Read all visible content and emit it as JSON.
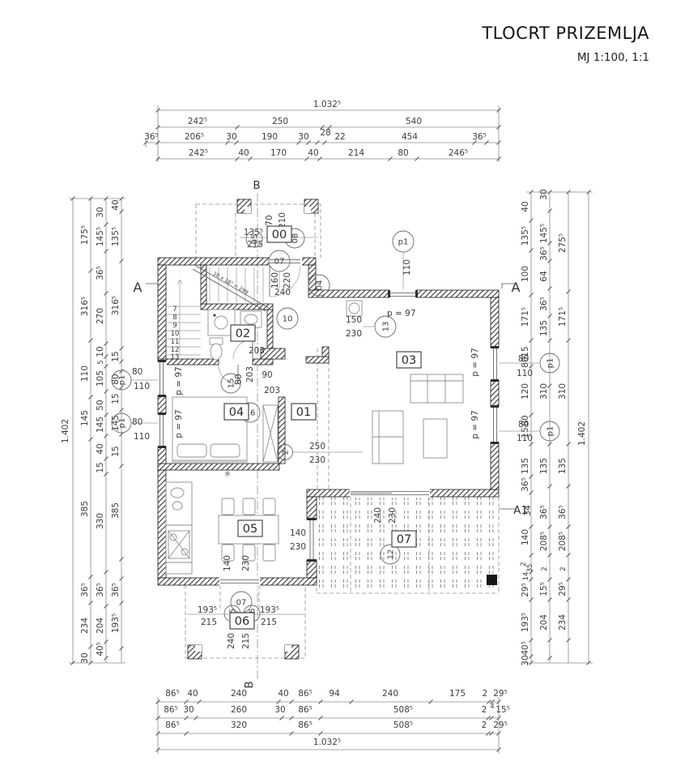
{
  "title": {
    "main": "TLOCRT PRIZEMLJA",
    "scale": "MJ 1:100, 1:1"
  },
  "dims": {
    "top": {
      "total": "1.032⁵",
      "row2": [
        "242⁵",
        "250",
        "28",
        "540"
      ],
      "row3": [
        "36⁵",
        "206⁵",
        "30",
        "190",
        "30",
        "22",
        "454",
        "36⁵"
      ],
      "row4": [
        "242⁵",
        "40",
        "170",
        "40",
        "214",
        "80",
        "246⁵"
      ]
    },
    "bottom": {
      "row1": [
        "86⁵",
        "40",
        "240",
        "40",
        "86⁵",
        "94",
        "240",
        "175",
        "2",
        "29⁵"
      ],
      "row1_extra": "4",
      "row2": [
        "86⁵",
        "30",
        "260",
        "30",
        "86⁵",
        "508⁵",
        "2",
        "15⁵"
      ],
      "row3": [
        "86⁵",
        "320",
        "86⁵",
        "508⁵",
        "2",
        "29⁵"
      ],
      "total": "1.032⁵"
    },
    "left": {
      "total": "1.402",
      "col_a": [
        "175⁵",
        "316⁵",
        "110",
        "145",
        "385",
        "36⁵",
        "234",
        "30"
      ],
      "col_b": [
        "30",
        "145⁵",
        "36⁵",
        "270",
        "10",
        "5",
        "105",
        "50",
        "145",
        "40",
        "15",
        "330",
        "36⁵",
        "204",
        "40⁵"
      ],
      "col_c": [
        "40",
        "135⁵",
        "316⁵",
        "15",
        "80",
        "15",
        "145",
        "15",
        "385",
        "36⁵",
        "193⁵"
      ]
    },
    "right": {
      "total": "1.402",
      "col_a": [
        "40",
        "135⁵",
        "100",
        "171⁵",
        "15",
        "80",
        "120",
        "80",
        "15",
        "135",
        "36⁵",
        "34",
        "140",
        "2",
        "35",
        "14",
        "29⁵",
        "193⁵",
        "40⁵",
        "30"
      ],
      "col_b": [
        "30",
        "145⁵",
        "36⁵",
        "64",
        "36⁵",
        "135",
        "310",
        "135",
        "36⁵",
        "208⁵",
        "2",
        "15⁵",
        "204"
      ],
      "col_c": [
        "275⁵",
        "171⁵",
        "310",
        "135",
        "36⁵",
        "208⁵",
        "2",
        "29⁵",
        "234"
      ]
    }
  },
  "rooms": {
    "r00": "00",
    "r01": "01",
    "r02": "02",
    "r03": "03",
    "r04": "04",
    "r05": "05",
    "r06": "06",
    "r07": "07"
  },
  "tags": {
    "t02": "2",
    "t04": "04",
    "t05": "05",
    "t07": "07",
    "t08": "08",
    "t10": "10",
    "t12": "12",
    "t13": "13",
    "t15": "15",
    "t16": "16",
    "p1": "p1"
  },
  "sections": {
    "a": "A",
    "a1": "A1",
    "b": "B"
  },
  "ann": {
    "parapet": "p = 97",
    "win_w": "80",
    "win_h": "110",
    "entry_w": "160",
    "entry_h": "220",
    "entry_clear": "240",
    "side_w": "70",
    "side_h": "210",
    "porch_top_w": "135⁵",
    "porch_top_o": "215",
    "door203": "203",
    "hall_w": "90",
    "hall_d": "203",
    "hall_door": "80",
    "win13_w": "150",
    "win13_h": "230",
    "open_w": "250",
    "open_h": "230",
    "kwin_w": "140",
    "kwin_h": "230",
    "tdoor_w": "240",
    "tdoor_h": "230",
    "kdoor_w": "140",
    "kdoor_h": "230",
    "porch_b_w": "240",
    "porch_b_o": "215",
    "porch_bl_w": "193⁵",
    "porch_bl_o": "215",
    "porch_br_w": "193⁵",
    "porch_br_o": "215",
    "stair_formula": "16 x 18⁷ = 299",
    "steps": [
      "7",
      "8",
      "9",
      "10",
      "11",
      "12",
      "13"
    ],
    "lamp": "*"
  }
}
